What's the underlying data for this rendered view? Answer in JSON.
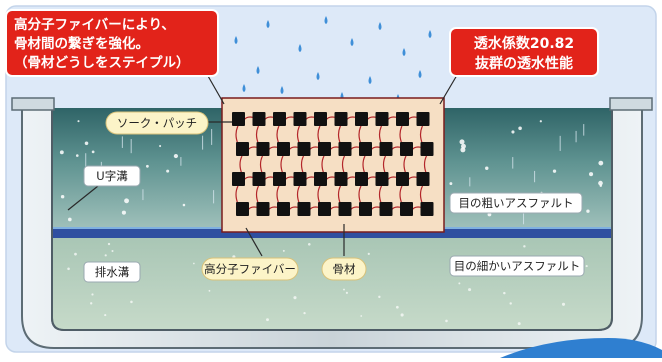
{
  "callouts": {
    "polymer": [
      "高分子ファイバーにより、",
      "骨材間の繋ぎを強化。",
      "（骨材どうしをステイプル）"
    ],
    "permeability": [
      "透水係数20.82",
      "抜群の透水性能"
    ]
  },
  "labels": {
    "soak_patch": "ソーク・パッチ",
    "u_channel": "U字溝",
    "drain_channel": "排水溝",
    "coarse_asphalt": "目の粗いアスファルト",
    "fine_asphalt": "目の細かいアスファルト",
    "polymer_fiber": "高分子ファイバー",
    "aggregate": "骨材"
  },
  "colors": {
    "callout_red": "#e2231a",
    "sky_blue": "#dde9f8",
    "water_teal": "#3e7577",
    "patch_beige": "#f6dfc4",
    "aggregate_black": "#111111",
    "fiber_red": "#b3262a",
    "label_yellow": "#fcf4c8",
    "rain_blue": "#3f8fd8"
  }
}
